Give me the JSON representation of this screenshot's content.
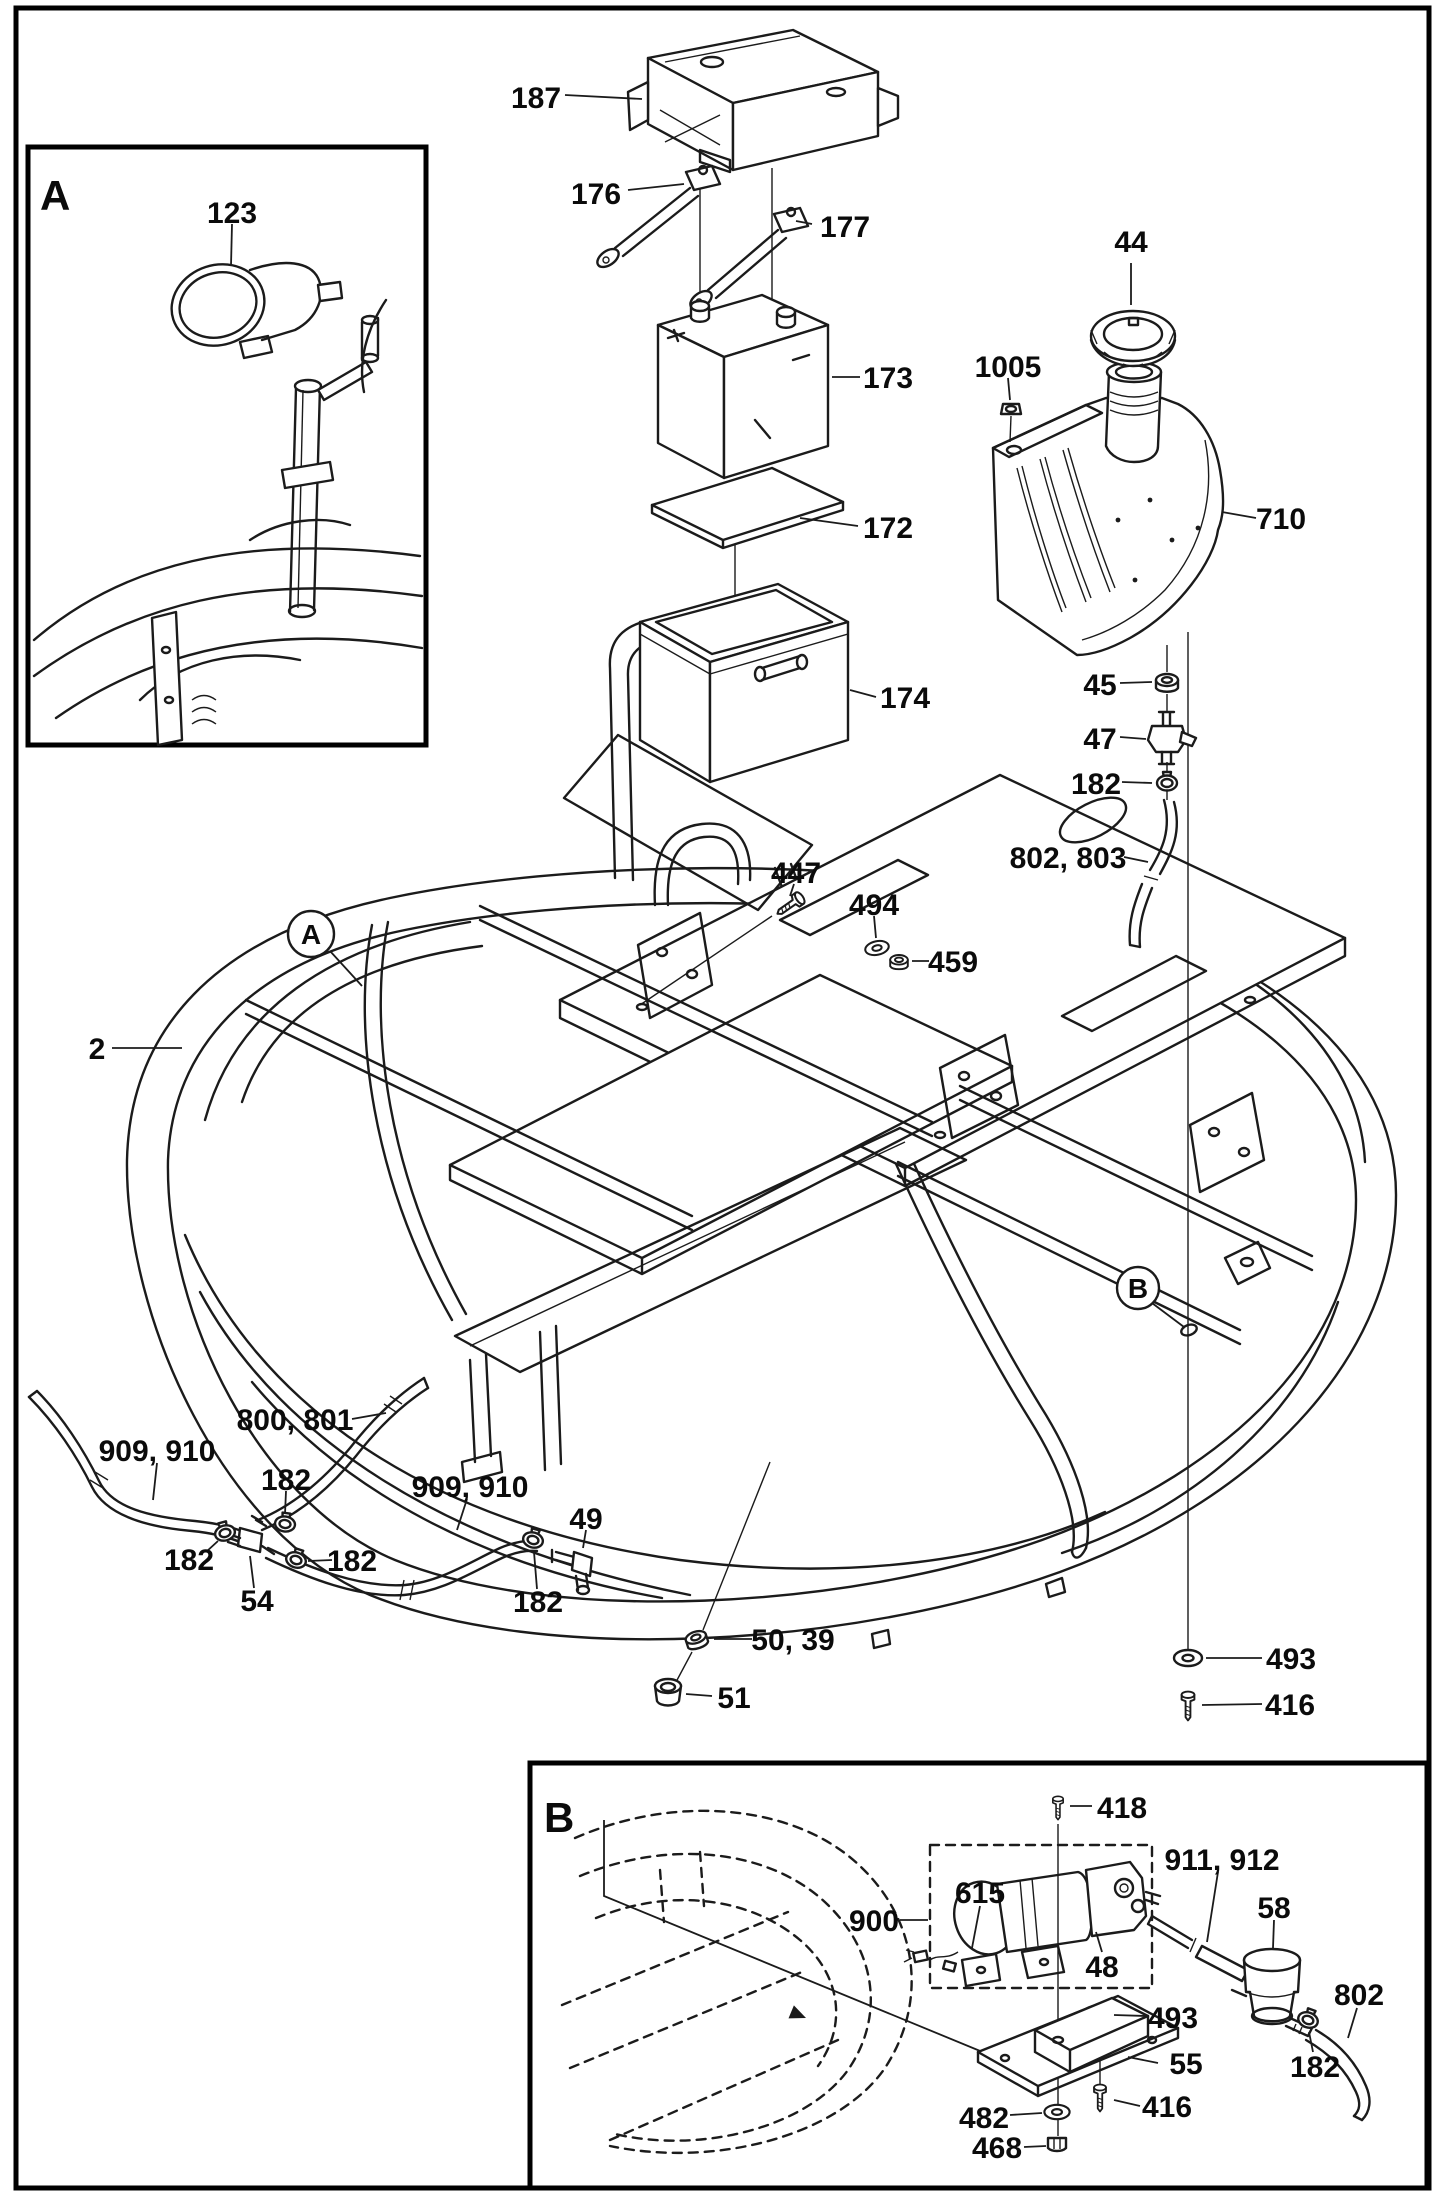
{
  "diagram": {
    "insets": {
      "a": "A",
      "b": "B"
    },
    "frame_refs": {
      "a": "A",
      "b": "B"
    },
    "parts": {
      "battery_cover_187": "187",
      "battery_cable_176": "176",
      "battery_cable_177": "177",
      "battery_173": "173",
      "battery_mat_172": "172",
      "battery_box_174": "174",
      "fuel_cap_44": "44",
      "bushing_1005": "1005",
      "fuel_tank_710": "710",
      "nut_45": "45",
      "fuel_valve_47": "47",
      "clamp_182_tank": "182",
      "fuel_hose_802_803": "802, 803",
      "screw_447": "447",
      "washer_494": "494",
      "nut_459": "459",
      "frame_2": "2",
      "headlight_123": "123",
      "fuel_hose_800_801": "800, 801",
      "fuel_hose_909_910_left": "909, 910",
      "fuel_hose_909_910_right": "909, 910",
      "clamp_182_top": "182",
      "clamp_182_left": "182",
      "clamp_182_right": "182",
      "tee_fitting_54": "54",
      "elbow_fitting_49": "49",
      "clamp_182_elbow": "182",
      "nut_50_39": "50, 39",
      "plug_51": "51",
      "washer_493": "493",
      "screw_416": "416",
      "screw_418": "418",
      "hose_911_912": "911, 912",
      "harness_615": "615",
      "fuel_pump_58": "58",
      "pump_kit_900": "900",
      "pump_48": "48",
      "hose_802": "802",
      "washer_493_b": "493",
      "bracket_55": "55",
      "clamp_182_b": "182",
      "screw_416_b": "416",
      "washer_482": "482",
      "nut_468": "468"
    }
  }
}
